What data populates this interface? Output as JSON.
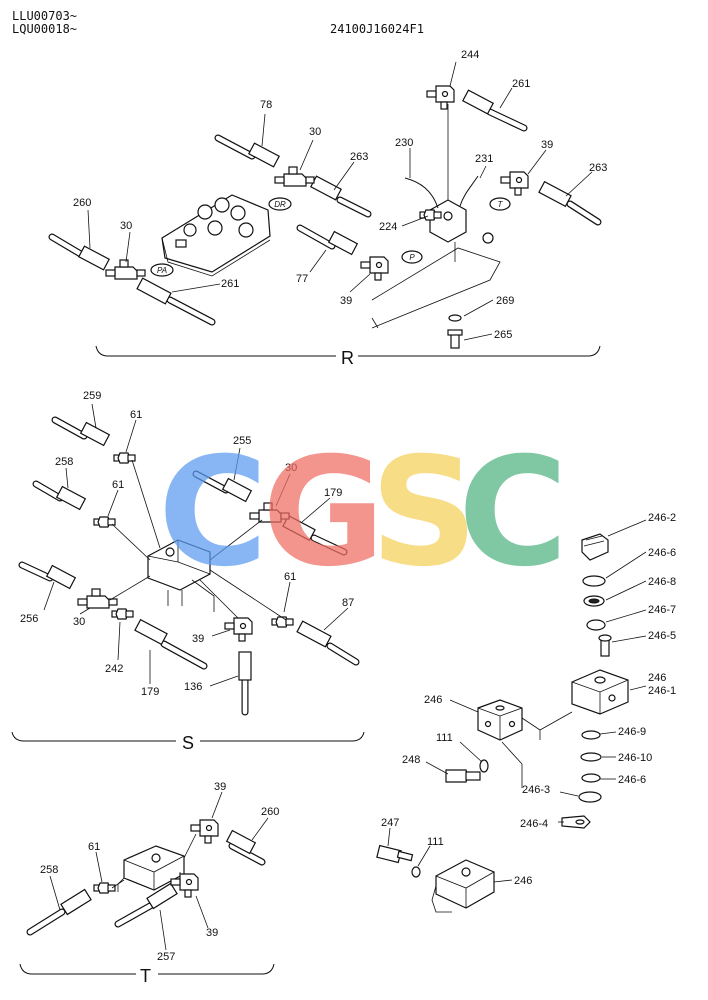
{
  "header": {
    "serial_line_1": "LLU00703~",
    "serial_line_2": "LQU00018~",
    "drawing_number": "24100J16024F1"
  },
  "watermark": {
    "letters": [
      {
        "char": "C",
        "color": "#5b9bf0"
      },
      {
        "char": "G",
        "color": "#ef6b62"
      },
      {
        "char": "S",
        "color": "#f6d05a"
      },
      {
        "char": "C",
        "color": "#4fb380"
      }
    ]
  },
  "sections": {
    "r": "R",
    "s": "S",
    "t": "T"
  },
  "port_tags": {
    "pa": "PA",
    "dr": "DR",
    "p": "P",
    "t": "T"
  },
  "callouts": {
    "r": [
      "244",
      "261",
      "78",
      "30",
      "230",
      "231",
      "39",
      "263",
      "263",
      "260",
      "30",
      "224",
      "77",
      "39",
      "261",
      "269",
      "265"
    ],
    "s": [
      "259",
      "61",
      "255",
      "258",
      "61",
      "30",
      "179",
      "256",
      "30",
      "242",
      "179",
      "39",
      "61",
      "87",
      "136"
    ],
    "detail": [
      "246-2",
      "246-6",
      "246-8",
      "246-7",
      "246-5",
      "246",
      "246-1",
      "246",
      "111",
      "248",
      "246-9",
      "246-10",
      "246-6",
      "246-3",
      "246-4",
      "247",
      "111",
      "246"
    ],
    "t": [
      "39",
      "260",
      "61",
      "258",
      "39",
      "257"
    ]
  }
}
